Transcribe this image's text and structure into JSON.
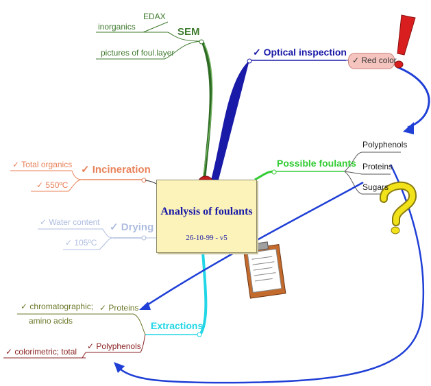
{
  "central": {
    "title": "Analysis of foulants",
    "subtitle": "26-10-99 - v5"
  },
  "sem": {
    "label": "SEM",
    "items": [
      "EDAX",
      "inorganics",
      "pictures of foul.layer"
    ]
  },
  "optical": {
    "label": "✓ Optical inspection",
    "result": "✓ Red color"
  },
  "foulants": {
    "label": "Possible foulants",
    "items": [
      "Polyphenols",
      "Proteins",
      "Sugars"
    ]
  },
  "incineration": {
    "label": "✓ Incineration",
    "items": [
      "✓ Total organics",
      "✓ 550ºC"
    ]
  },
  "drying": {
    "label": "✓ Drying",
    "items": [
      "✓ Water content",
      "✓ 105ºC"
    ]
  },
  "extractions": {
    "label": "Extractions",
    "proteins": {
      "label": "✓ Proteins",
      "items": [
        "✓ chromatographic;",
        "amino acids"
      ]
    },
    "polyphenols": {
      "label": "✓ Polyphenols",
      "items": [
        "✓ colorimetric; total"
      ]
    }
  },
  "colors": {
    "sem": "#3e7a2e",
    "optical": "#1a1aa8",
    "foulants": "#33cc33",
    "incineration": "#e8825a",
    "drying": "#aebde0",
    "extractions": "#22d6e6",
    "proteins": "#6b7a2a",
    "polyphenols": "#8a2323",
    "arrows": "#1f3fd6",
    "exclamation": "#d81e1e",
    "question": "#f2e21a"
  },
  "icons": [
    "exclamation-icon",
    "question-icon",
    "clipboard-icon",
    "check-icon"
  ]
}
